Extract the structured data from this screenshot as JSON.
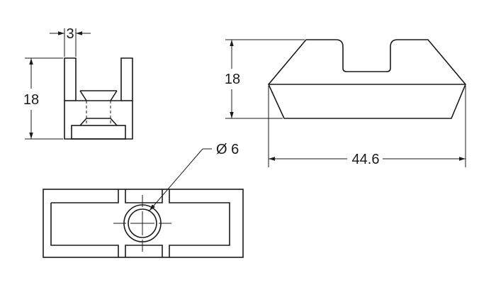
{
  "dimensions": {
    "side_width": "3",
    "side_height": "18",
    "front_height": "18",
    "front_length": "44.6",
    "hole_diameter": "Ø 6"
  }
}
